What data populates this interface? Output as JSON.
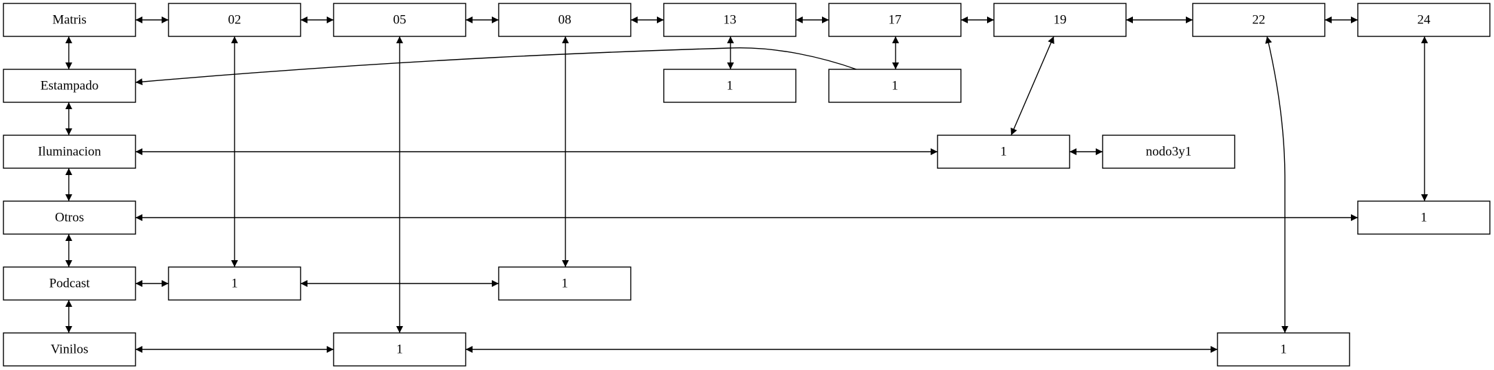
{
  "colors": {
    "stroke": "#000000",
    "fill": "#ffffff",
    "background": "#ffffff"
  },
  "nodes": [
    {
      "id": "matris",
      "label": "Matris"
    },
    {
      "id": "n02",
      "label": "02"
    },
    {
      "id": "n05",
      "label": "05"
    },
    {
      "id": "n08",
      "label": "08"
    },
    {
      "id": "n13",
      "label": "13"
    },
    {
      "id": "n17",
      "label": "17"
    },
    {
      "id": "n19",
      "label": "19"
    },
    {
      "id": "n22",
      "label": "22"
    },
    {
      "id": "n24",
      "label": "24"
    },
    {
      "id": "estampado",
      "label": "Estampado"
    },
    {
      "id": "n13_1",
      "label": "1"
    },
    {
      "id": "n17_1",
      "label": "1"
    },
    {
      "id": "iluminacion",
      "label": "Iluminacion"
    },
    {
      "id": "n19_1",
      "label": "1"
    },
    {
      "id": "nodo3y1",
      "label": "nodo3y1"
    },
    {
      "id": "otros",
      "label": "Otros"
    },
    {
      "id": "n24_1",
      "label": "1"
    },
    {
      "id": "podcast",
      "label": "Podcast"
    },
    {
      "id": "n02_1",
      "label": "1"
    },
    {
      "id": "n08_1",
      "label": "1"
    },
    {
      "id": "vinilos",
      "label": "Vinilos"
    },
    {
      "id": "n05_1",
      "label": "1"
    },
    {
      "id": "n22_1",
      "label": "1"
    }
  ],
  "edges": [
    {
      "from": "matris",
      "to": "n02"
    },
    {
      "from": "n02",
      "to": "n05"
    },
    {
      "from": "n05",
      "to": "n08"
    },
    {
      "from": "n08",
      "to": "n13"
    },
    {
      "from": "n13",
      "to": "n17"
    },
    {
      "from": "n17",
      "to": "n19"
    },
    {
      "from": "n19",
      "to": "n22"
    },
    {
      "from": "n22",
      "to": "n24"
    },
    {
      "from": "matris",
      "to": "estampado"
    },
    {
      "from": "estampado",
      "to": "iluminacion"
    },
    {
      "from": "iluminacion",
      "to": "otros"
    },
    {
      "from": "otros",
      "to": "podcast"
    },
    {
      "from": "podcast",
      "to": "vinilos"
    },
    {
      "from": "n13",
      "to": "n13_1"
    },
    {
      "from": "n17",
      "to": "n17_1"
    },
    {
      "from": "n17_1",
      "to": "estampado"
    },
    {
      "from": "n19",
      "to": "n19_1"
    },
    {
      "from": "n19_1",
      "to": "nodo3y1"
    },
    {
      "from": "iluminacion",
      "to": "n19_1"
    },
    {
      "from": "otros",
      "to": "n24_1"
    },
    {
      "from": "n24",
      "to": "n24_1"
    },
    {
      "from": "podcast",
      "to": "n02_1"
    },
    {
      "from": "n02",
      "to": "n02_1"
    },
    {
      "from": "n02_1",
      "to": "n08_1"
    },
    {
      "from": "n08",
      "to": "n08_1"
    },
    {
      "from": "vinilos",
      "to": "n05_1"
    },
    {
      "from": "n05",
      "to": "n05_1"
    },
    {
      "from": "n05_1",
      "to": "n22_1"
    },
    {
      "from": "n22",
      "to": "n22_1"
    }
  ]
}
